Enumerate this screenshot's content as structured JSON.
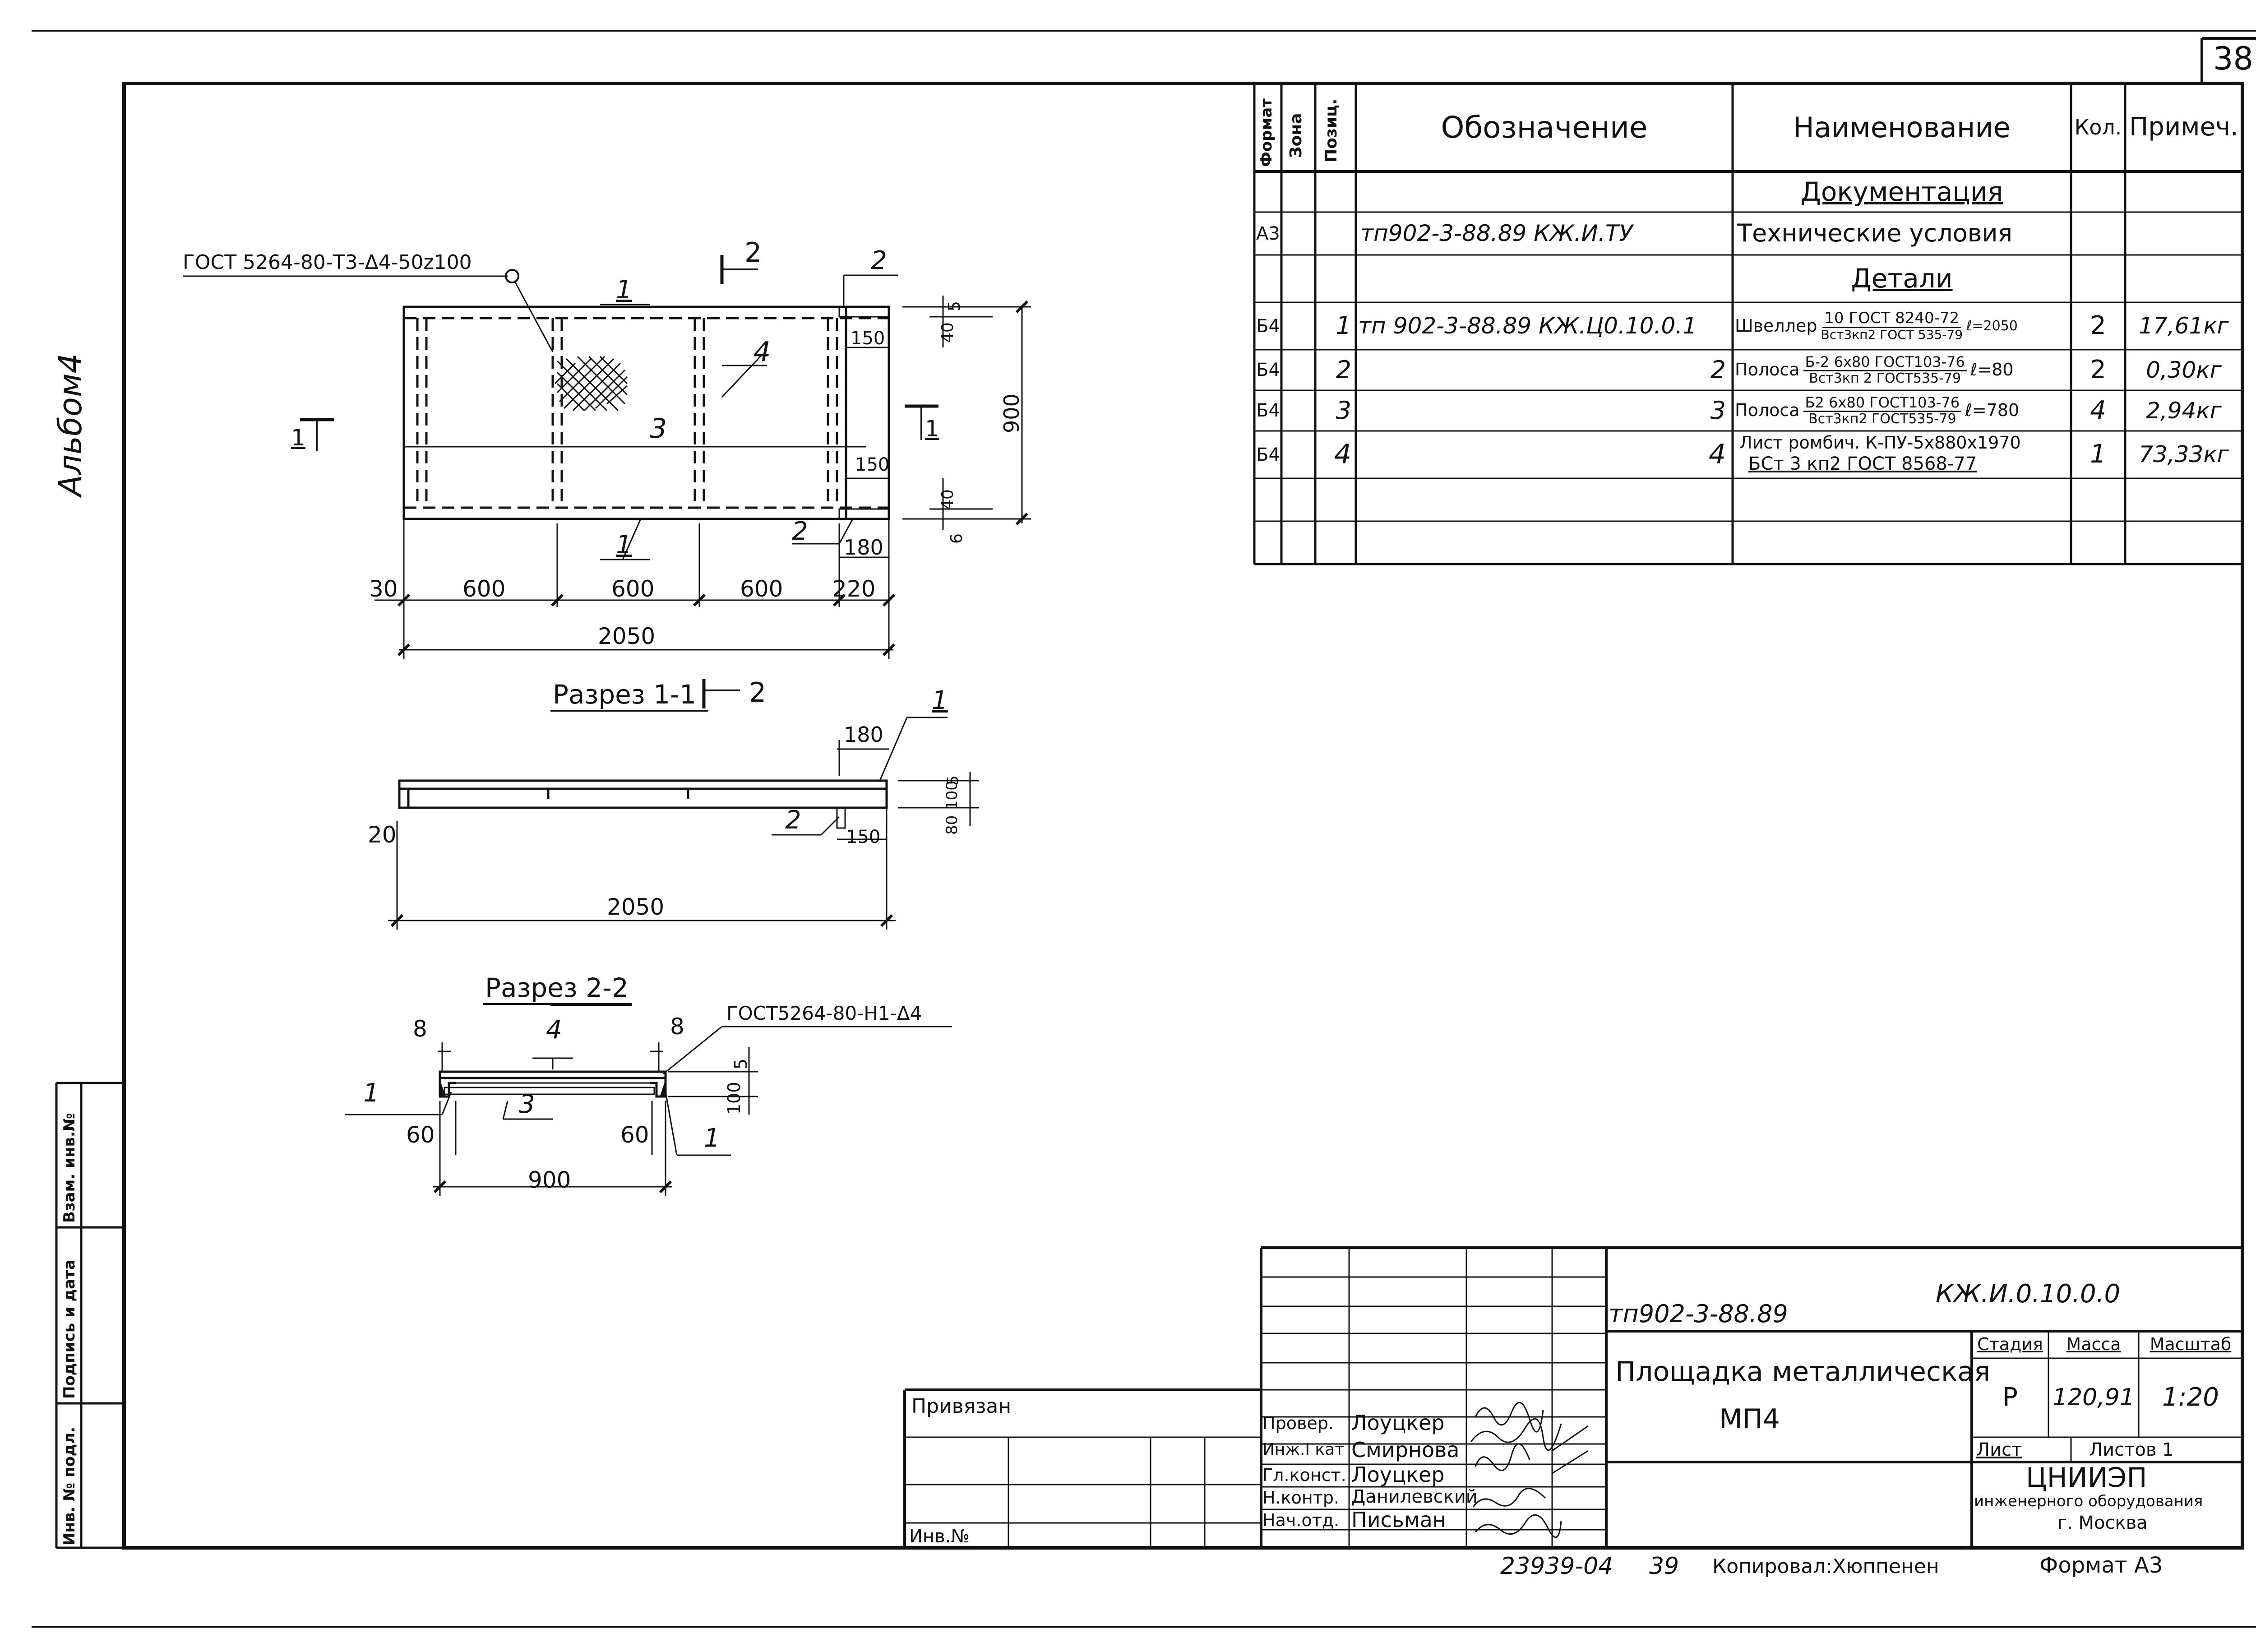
{
  "sheet": {
    "sheet_number": "38",
    "album_label": "Альбом4"
  },
  "spec_table": {
    "headers": {
      "format": "Формат",
      "zone": "Зона",
      "pos": "Позиц.",
      "designation": "Обозначение",
      "name": "Наименование",
      "qty": "Кол.",
      "note": "Примеч."
    },
    "section_documentation": "Документация",
    "section_details": "Детали",
    "rows": [
      {
        "format": "А3",
        "pos": "",
        "designation": "тп902-3-88.89   КЖ.И.ТУ",
        "name": "Технические условия",
        "qty": "",
        "note": ""
      },
      {
        "format": "Б4",
        "pos": "1",
        "designation": "тп 902-3-88.89  КЖ.Ц0.10.0.1",
        "name_prefix": "Швеллер",
        "name_num": "10  ГОСТ 8240-72",
        "name_den": "Вст3кп2 ГОСТ 535-79",
        "name_suffix": "ℓ=2050",
        "qty": "2",
        "note": "17,61кг"
      },
      {
        "format": "Б4",
        "pos": "2",
        "designation": "2",
        "name_prefix": "Полоса",
        "name_num": "Б-2 6х80 ГОСТ103-76",
        "name_den": "Вст3кп 2 ГОСТ535-79",
        "name_suffix": "ℓ=80",
        "qty": "2",
        "note": "0,30кг"
      },
      {
        "format": "Б4",
        "pos": "3",
        "designation": "3",
        "name_prefix": "Полоса",
        "name_num": "Б2  6х80 ГОСТ103-76",
        "name_den": "Вст3кп2 ГОСТ535-79",
        "name_suffix": "ℓ=780",
        "qty": "4",
        "note": "2,94кг"
      },
      {
        "format": "Б4",
        "pos": "4",
        "designation": "4",
        "name_line1": "Лист ромбич. К-ПУ-5х880х1970",
        "name_line2": "БСт 3 кп2 ГОСТ 8568-77",
        "qty": "1",
        "note": "73,33кг"
      }
    ]
  },
  "plan": {
    "weld_note": "ГОСТ 5264-80-Т3-Δ4-50z100",
    "cut_mark_1": "1",
    "cut_mark_2": "2",
    "pos_labels": [
      "1",
      "2",
      "3",
      "4",
      "1",
      "2"
    ],
    "dims": {
      "d30": "30",
      "d600a": "600",
      "d600b": "600",
      "d600c": "600",
      "d220": "220",
      "d2050": "2050",
      "d900": "900",
      "d150a": "150",
      "d150b": "150",
      "d180": "180",
      "d40a": "40",
      "d40b": "40",
      "d5": "5",
      "d6": "6"
    }
  },
  "section_1_1": {
    "title": "Разрез 1-1",
    "cut_mark": "2",
    "dims": {
      "d180": "180",
      "d2050": "2050",
      "d20": "20",
      "d150": "150",
      "d80": "80",
      "d100": "100",
      "d5": "5"
    },
    "pos_labels": {
      "p1": "1",
      "p2": "2"
    }
  },
  "section_2_2": {
    "title": "Разрез 2-2",
    "weld_note": "ГОСТ5264-80-Н1-Δ4",
    "dims": {
      "d8a": "8",
      "d8b": "8",
      "d60a": "60",
      "d60b": "60",
      "d900": "900",
      "d100": "100",
      "d5": "5"
    },
    "pos_labels": {
      "p1a": "1",
      "p1b": "1",
      "p3": "3",
      "p4": "4"
    }
  },
  "side_stamp": {
    "inv_no_orig": "Инв. № подл.",
    "sign_date": "Подпись и дата",
    "repl_inv": "Взам. инв.№"
  },
  "binding": {
    "attached": "Привязан",
    "inv_no": "Инв.№"
  },
  "title_block": {
    "project_code": "тп902-3-88.89",
    "doc_code": "КЖ.И.0.10.0.0",
    "title_line1": "Площадка металлическая",
    "title_line2": "МП4",
    "stage_label": "Стадия",
    "mass_label": "Масса",
    "scale_label": "Масштаб",
    "stage": "Р",
    "mass": "120,91",
    "scale": "1:20",
    "sheet_label": "Лист",
    "sheets_label": "Листов 1",
    "org_line1": "ЦНИИЭП",
    "org_line2": "инженерного оборудования",
    "org_line3": "г. Москва",
    "staff": [
      {
        "role": "Провер.",
        "name": "Лоуцкер"
      },
      {
        "role": "Инж.I кат",
        "name": "Смирнова"
      },
      {
        "role": "Гл.конст.",
        "name": "Лоуцкер"
      },
      {
        "role": "Н.контр.",
        "name": "Данилевский"
      },
      {
        "role": "Нач.отд.",
        "name": "Письман"
      }
    ]
  },
  "footer": {
    "order_no": "23939-04",
    "page_no": "39",
    "copied_by": "Копировал:Хюппенен",
    "format": "Формат А3"
  }
}
